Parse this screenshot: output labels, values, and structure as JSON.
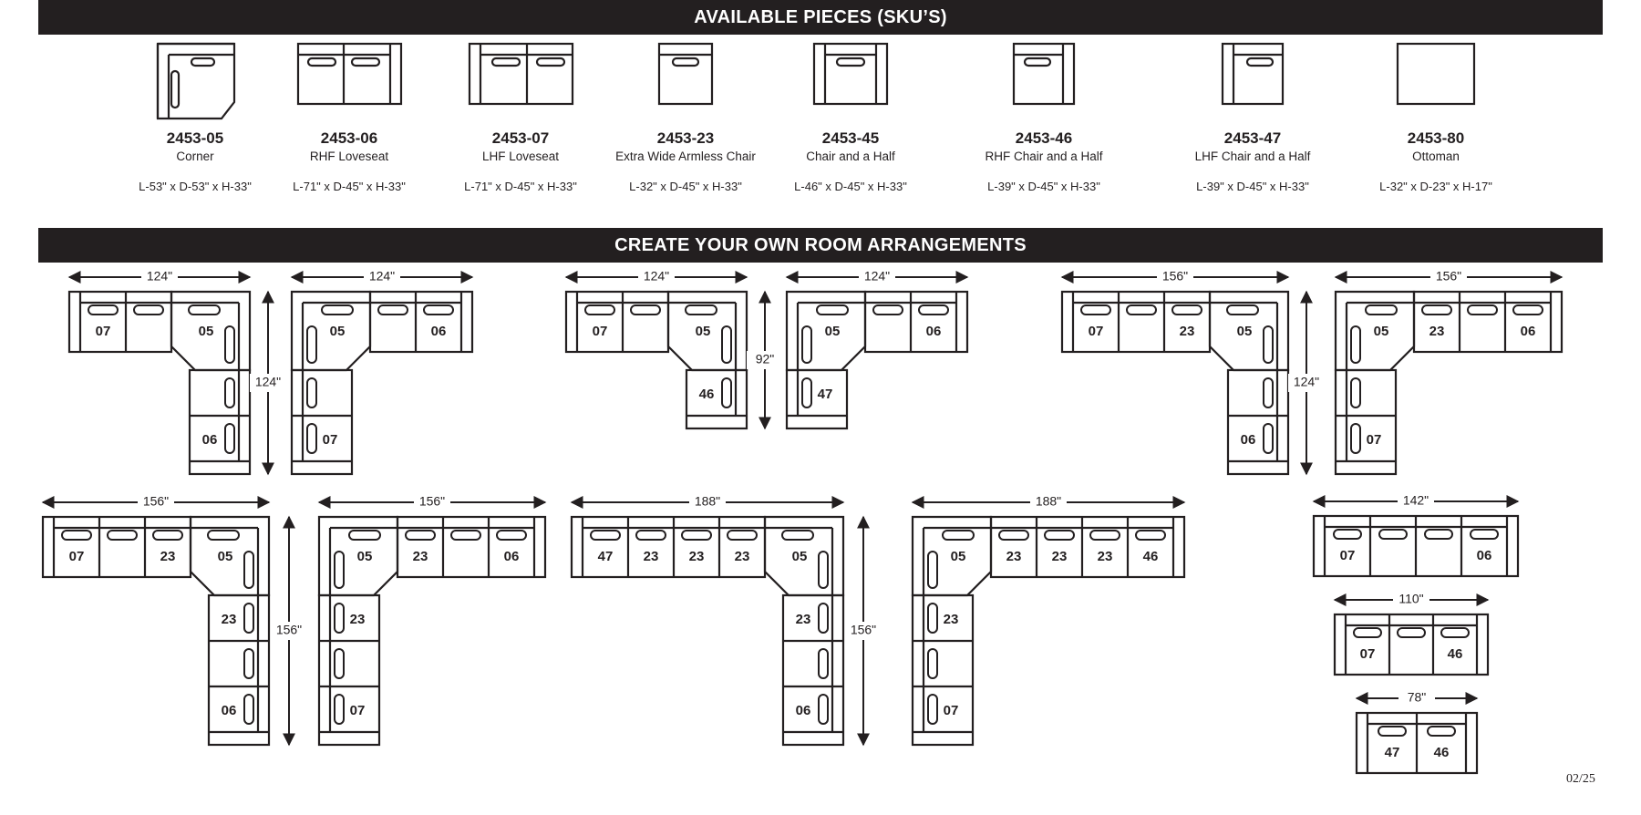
{
  "header_available": "AVAILABLE PIECES (SKU’S)",
  "header_create": "CREATE YOUR OWN ROOM ARRANGEMENTS",
  "page_number": "02/25",
  "pieces": [
    {
      "code": "2453-05",
      "desc": "Corner",
      "dims": "L-53\" x D-53\" x H-33\""
    },
    {
      "code": "2453-06",
      "desc": "RHF Loveseat",
      "dims": "L-71\" x D-45\" x H-33\""
    },
    {
      "code": "2453-07",
      "desc": "LHF Loveseat",
      "dims": "L-71\" x D-45\" x H-33\""
    },
    {
      "code": "2453-23",
      "desc": "Extra Wide Armless Chair",
      "dims": "L-32\" x D-45\" x H-33\""
    },
    {
      "code": "2453-45",
      "desc": "Chair and a Half",
      "dims": "L-46\" x D-45\" x H-33\""
    },
    {
      "code": "2453-46",
      "desc": "RHF Chair and a Half",
      "dims": "L-39\" x D-45\" x H-33\""
    },
    {
      "code": "2453-47",
      "desc": "LHF Chair and a Half",
      "dims": "L-39\" x D-45\" x H-33\""
    },
    {
      "code": "2453-80",
      "desc": "Ottoman",
      "dims": "L-32\" x D-23\" x H-17\""
    }
  ],
  "arrangements": [
    {
      "widths": [
        "124\"",
        "124\""
      ],
      "depth": "124\"",
      "row1": [
        "07",
        "05"
      ],
      "col1": [
        "06"
      ],
      "row2": [
        "05",
        "06"
      ],
      "col2": [
        "07"
      ]
    },
    {
      "widths": [
        "124\"",
        "124\""
      ],
      "depth": "92\"",
      "row1": [
        "07",
        "05"
      ],
      "col1": [
        "46"
      ],
      "row2": [
        "05",
        "06"
      ],
      "col2": [
        "47"
      ]
    },
    {
      "widths": [
        "156\"",
        "156\""
      ],
      "depth": "124\"",
      "row1": [
        "07",
        "23",
        "05"
      ],
      "col1": [
        "06"
      ],
      "row2": [
        "05",
        "23",
        "06"
      ],
      "col2": [
        "07"
      ]
    },
    {
      "widths": [
        "156\"",
        "156\""
      ],
      "depth": "156\"",
      "row1": [
        "07",
        "23",
        "05"
      ],
      "col1": [
        "23",
        "06"
      ],
      "row2": [
        "05",
        "23",
        "06"
      ],
      "col2": [
        "23",
        "07"
      ]
    },
    {
      "widths": [
        "188\"",
        "188\""
      ],
      "depth": "156\"",
      "row1": [
        "47",
        "23",
        "23",
        "23",
        "05"
      ],
      "col1": [
        "23",
        "06"
      ],
      "row2": [
        "05",
        "23",
        "23",
        "23",
        "46"
      ],
      "col2": [
        "23",
        "07"
      ]
    },
    {
      "widths": [
        "142\"",
        "110\"",
        "78\""
      ],
      "rows": [
        [
          "07",
          "06"
        ],
        [
          "07",
          "46"
        ],
        [
          "47",
          "46"
        ]
      ]
    }
  ]
}
